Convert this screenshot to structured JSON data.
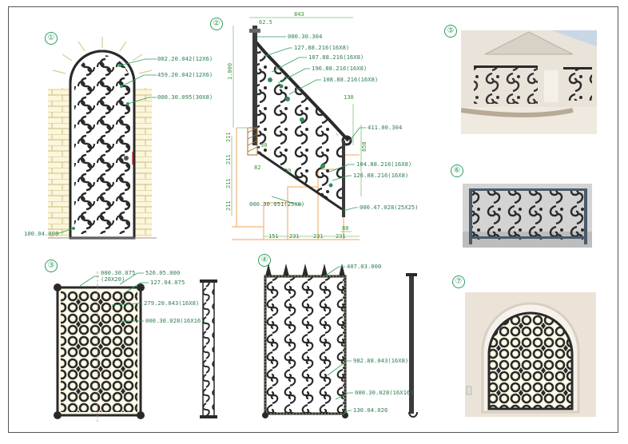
{
  "sheet": {
    "colors": {
      "frame": "#555555",
      "leader": "#2e9e5a",
      "dimension": "#7fbf7f",
      "brick": "#d8cf93",
      "stair": "#f3a35a",
      "iron": "#2a2a2a",
      "label": "#2e7d4f"
    }
  },
  "panels": [
    {
      "number": "①",
      "kind": "arched-door-elevation",
      "labels": [
        "002.20.042(12X6)",
        "459.20.042(12X6)",
        "000.30.095(30X8)",
        "100.04.000"
      ]
    },
    {
      "number": "②",
      "kind": "stair-railing-elevation",
      "dimensions": [
        "843",
        "62.5",
        "1.000",
        "130",
        "850",
        "30",
        "82",
        "50",
        "80",
        "211",
        "211",
        "211",
        "211",
        "151",
        "231",
        "231",
        "231"
      ],
      "labels": [
        "000.30.304",
        "127.88.216(16X8)",
        "107.88.216(16X8)",
        "196.88.216(16X8)",
        "108.88.216(16X8)",
        "411.00.304",
        "104.88.216(16X8)",
        "126.88.216(16X8)",
        "000.30.051(25X8)",
        "000.47.028(25X25)"
      ]
    },
    {
      "number": "③",
      "kind": "window-grille-elevation",
      "labels": [
        "000.30.075",
        "(20X20)",
        "526.05.000",
        "127.04.075",
        "279.20.043(16X8)",
        "000.30.028(16X16)"
      ]
    },
    {
      "number": "④",
      "kind": "spear-top-panel-elevation",
      "labels": [
        "407.03.000",
        "982.88.043(16X8)",
        "000.30.028(16X16)",
        "130.04.026"
      ]
    },
    {
      "number": "⑤",
      "kind": "photo-balcony-railing"
    },
    {
      "number": "⑥",
      "kind": "photo-scroll-railing"
    },
    {
      "number": "⑦",
      "kind": "photo-arched-window-grille"
    }
  ]
}
